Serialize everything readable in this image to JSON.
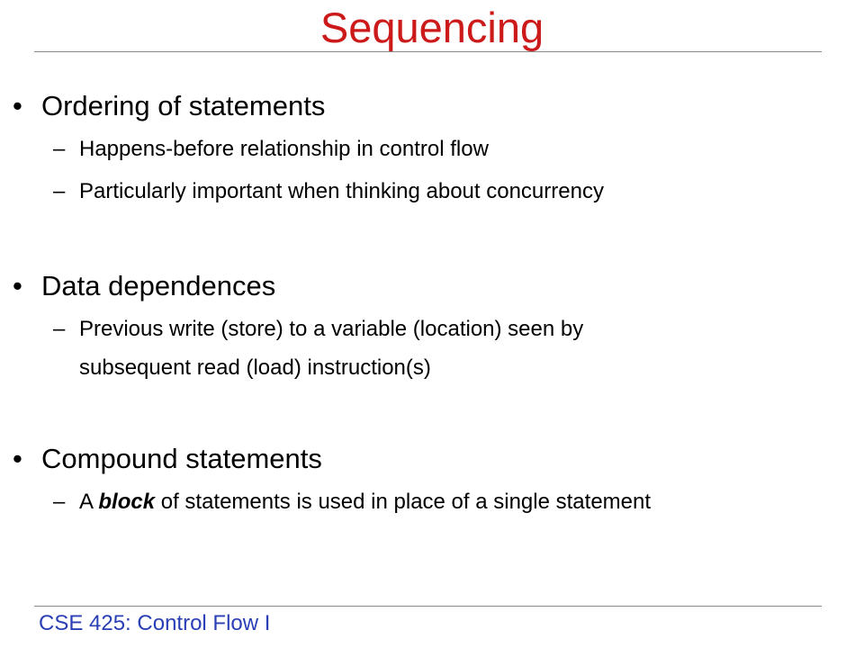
{
  "slide": {
    "title": "Sequencing",
    "footer": "CSE 425: Control Flow I"
  },
  "bullets": [
    {
      "text": "Ordering of statements",
      "subitems": [
        "Happens-before relationship in control flow",
        "Particularly important when thinking about concurrency"
      ]
    },
    {
      "text": "Data dependences",
      "subitems": [
        "Previous write (store) to a variable (location) seen by subsequent read (load) instruction(s)"
      ],
      "subitem_lines": [
        "Previous write (store) to a variable (location) seen by",
        "subsequent read (load) instruction(s)"
      ]
    },
    {
      "text": "Compound statements",
      "subitems": [
        "A block of statements is used in place of a single statement"
      ],
      "subitem_parts": {
        "before": "A ",
        "emphasis": "block",
        "after": " of statements is used in place of a single statement"
      }
    }
  ],
  "markers": {
    "level1": "•",
    "level2": "–"
  }
}
